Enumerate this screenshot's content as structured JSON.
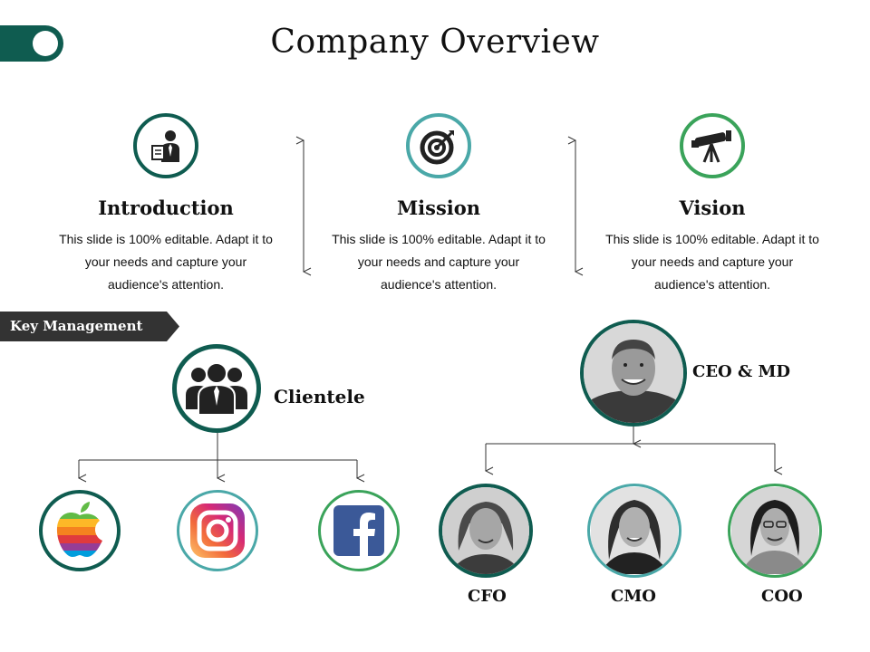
{
  "title": "Company Overview",
  "columns": [
    {
      "heading": "Introduction",
      "text": "This slide is 100% editable. Adapt it to your needs and capture your audience's attention.",
      "icon": "presenter-icon"
    },
    {
      "heading": "Mission",
      "text": "This slide is 100% editable. Adapt it to your needs and capture your audience's attention.",
      "icon": "target-icon"
    },
    {
      "heading": "Vision",
      "text": "This slide is 100% editable. Adapt it to your needs and capture your audience's attention.",
      "icon": "telescope-icon"
    }
  ],
  "key_management": {
    "label": "Key Management"
  },
  "clientele": {
    "label": "Clientele",
    "icon": "group-icon",
    "clients": [
      {
        "name": "apple",
        "icon": "apple-logo-icon"
      },
      {
        "name": "instagram",
        "icon": "instagram-logo-icon"
      },
      {
        "name": "facebook",
        "icon": "facebook-logo-icon"
      }
    ]
  },
  "executives": {
    "ceo": {
      "label": "CEO & MD"
    },
    "reports": [
      {
        "label": "CFO"
      },
      {
        "label": "CMO"
      },
      {
        "label": "COO"
      }
    ]
  },
  "colors": {
    "dark_teal": "#0f5c50",
    "light_teal": "#4aa8a8",
    "green": "#3aa35a",
    "banner": "#333333"
  }
}
